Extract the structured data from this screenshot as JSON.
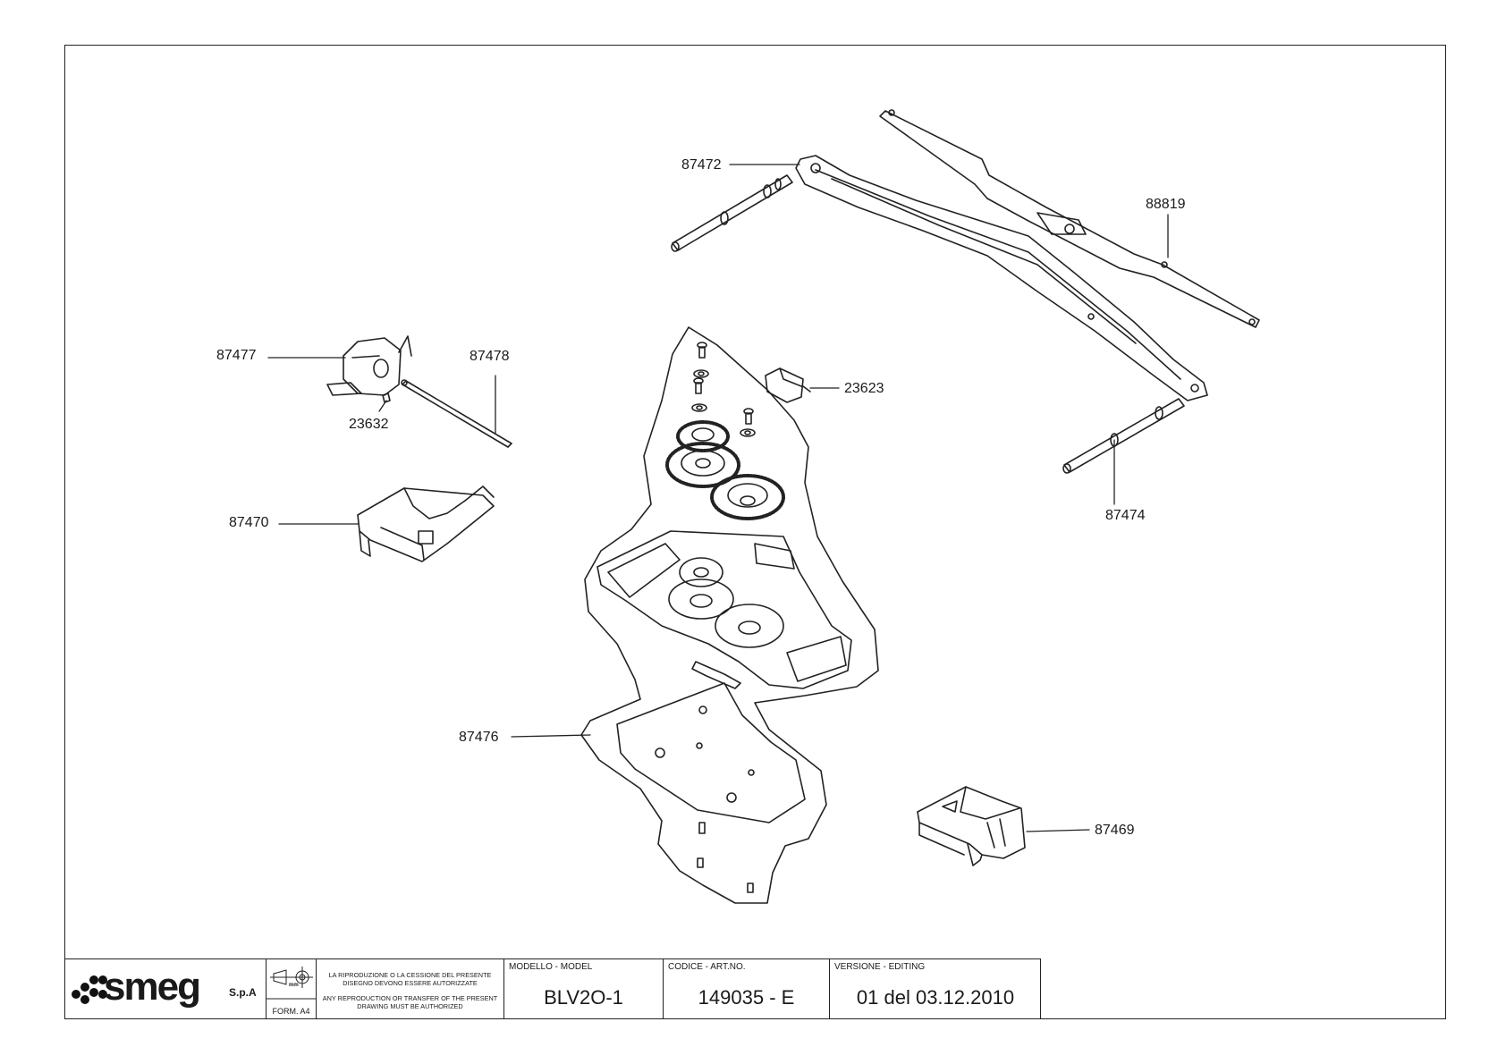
{
  "part_labels": {
    "p87472": "87472",
    "p88819": "88819",
    "p87477": "87477",
    "p87478": "87478",
    "p23632": "23632",
    "p23623": "23623",
    "p87470": "87470",
    "p87474": "87474",
    "p87476": "87476",
    "p87469": "87469"
  },
  "title_block": {
    "brand": "smeg",
    "company_suffix": "S.p.A",
    "unit": "mm",
    "form": "FORM. A4",
    "legal_it": "LA RIPRODUZIONE O LA CESSIONE DEL PRESENTE DISEGNO DEVONO ESSERE AUTORIZZATE",
    "legal_en": "ANY REPRODUCTION OR TRANSFER OF THE PRESENT DRAWING MUST BE AUTHORIZED",
    "model_caption": "MODELLO - MODEL",
    "model_value": "BLV2O-1",
    "code_caption": "CODICE - ART.NO.",
    "code_value": "149035 - E",
    "version_caption": "VERSIONE - EDITING",
    "version_value": "01 del 03.12.2010"
  },
  "colors": {
    "line": "#222222",
    "background": "#ffffff"
  }
}
